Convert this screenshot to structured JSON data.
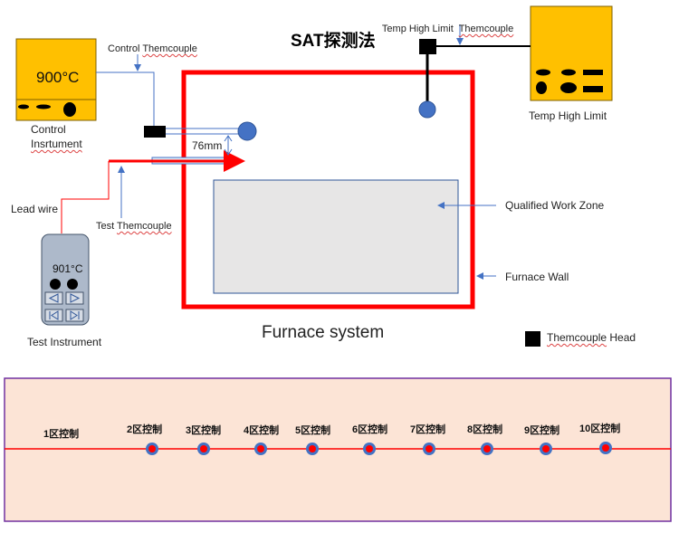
{
  "title": "SAT探测法",
  "furnace_caption": "Furnace system",
  "control_instrument": {
    "reading": "900°C",
    "label_line1": "Control",
    "label_line2": "Insrtument"
  },
  "test_instrument": {
    "reading": "901°C",
    "label": "Test Instrument"
  },
  "temp_high_limit_label": "Temp High Limit",
  "labels": {
    "control_themcouple_a": "Control ",
    "control_themcouple_b": "Themcouple",
    "temp_high_limit_tc_a": "Temp High Limit  ",
    "temp_high_limit_tc_b": "Themcouple",
    "test_themcouple_a": "Test ",
    "test_themcouple_b": "Themcouple",
    "lead_wire": "Lead wire",
    "distance": "76mm",
    "qualified_work_zone": "Qualified Work Zone",
    "furnace_wall": "Furnace Wall",
    "legend_themcouple_head_a": "Themcouple",
    "legend_themcouple_head_b": " Head"
  },
  "zones": [
    "1区控制",
    "2区控制",
    "3区控制",
    "4区控制",
    "5区控制",
    "6区控制",
    "7区控制",
    "8区控制",
    "9区控制",
    "10区控制"
  ],
  "colors": {
    "instrument_yellow": "#FFC000",
    "furnace_red": "#FF0000",
    "work_zone_fill": "#E7E6E6",
    "probe_blue": "#4472C4",
    "zone_panel_fill": "#FCE4D6",
    "zone_panel_border": "#7030A0"
  }
}
